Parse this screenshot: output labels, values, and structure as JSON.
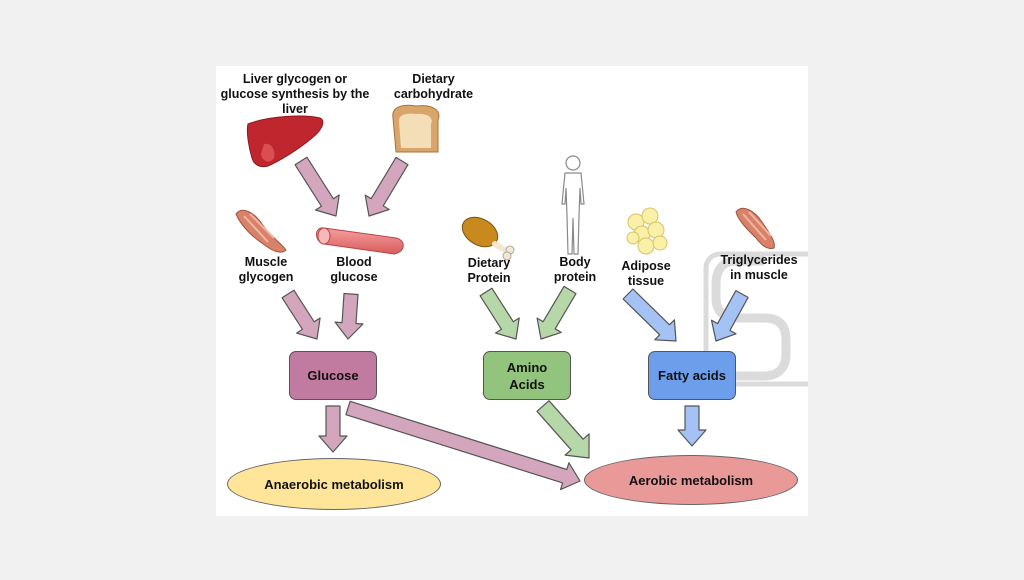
{
  "diagram": {
    "sources": {
      "liver": "Liver glycogen or glucose synthesis by the liver",
      "dietary_carbohydrate": "Dietary carbohydrate",
      "muscle_glycogen": "Muscle glycogen",
      "blood_glucose": "Blood glucose",
      "dietary_protein": "Dietary Protein",
      "body_protein": "Body protein",
      "adipose_tissue": "Adipose tissue",
      "triglycerides_muscle": "Triglycerides in muscle"
    },
    "nodes": {
      "glucose": "Glucose",
      "amino_acids": "Amino Acids",
      "fatty_acids": "Fatty acids",
      "anaerobic": "Anaerobic metabolism",
      "aerobic": "Aerobic metabolism"
    },
    "colors": {
      "glucose_path": "#d4a6bd",
      "glucose_box": "#c27ba0",
      "amino_path": "#b6d7a8",
      "amino_box": "#93c47d",
      "fatty_path": "#a4c2f4",
      "fatty_box": "#6d9eeb",
      "anaerobic_ellipse": "#ffe599",
      "aerobic_ellipse": "#ea9999"
    },
    "icons": [
      "liver-icon",
      "bread-icon",
      "muscle-icon",
      "blood-vessel-icon",
      "drumstick-icon",
      "human-body-icon",
      "fat-cells-icon",
      "muscle-icon",
      "watermark-logo"
    ]
  }
}
